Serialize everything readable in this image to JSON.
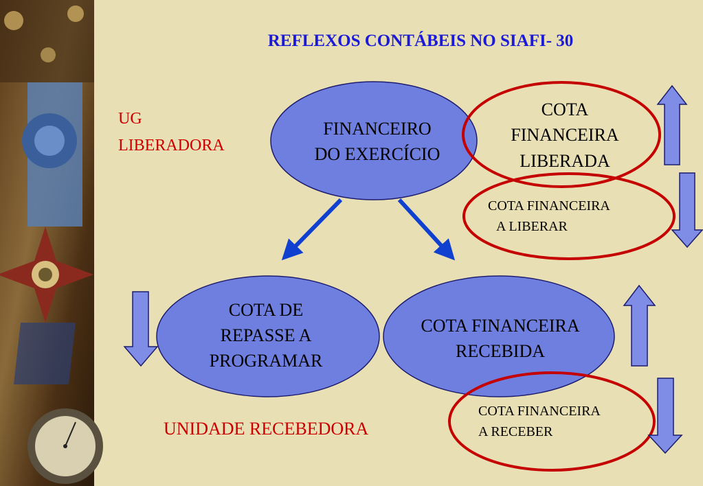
{
  "title": "REFLEXOS CONTÁBEIS NO SIAFI- 30",
  "labels": {
    "ug_line1": "UG",
    "ug_line2": "LIBERADORA",
    "unidade": "UNIDADE RECEBEDORA"
  },
  "nodes": {
    "financeiro": [
      "FINANCEIRO",
      "DO EXERCÍCIO"
    ],
    "cota_repasse": [
      "COTA DE",
      "REPASSE A",
      "PROGRAMAR"
    ],
    "cota_recebida": [
      "COTA FINANCEIRA",
      "RECEBIDA"
    ],
    "cota_liberada": [
      "COTA",
      "FINANCEIRA",
      "LIBERADA"
    ],
    "cota_liberar": [
      "COTA FINANCEIRA",
      "A LIBERAR"
    ],
    "cota_receber": [
      "COTA FINANCEIRA",
      "A RECEBER"
    ]
  },
  "colors": {
    "background": "#e9dfb4",
    "title": "#1a1ad8",
    "red_text": "#cc0000",
    "ellipse_fill": "#6f7fe0",
    "ellipse_stroke": "#1c1c6e",
    "ring": "#c40000",
    "arrow_fill": "#7f8de6",
    "flow_arrow": "#1040d0"
  },
  "icons": {
    "decor": "medal-compass-decor-icon",
    "up": "up-arrow-icon",
    "down": "down-arrow-icon"
  }
}
